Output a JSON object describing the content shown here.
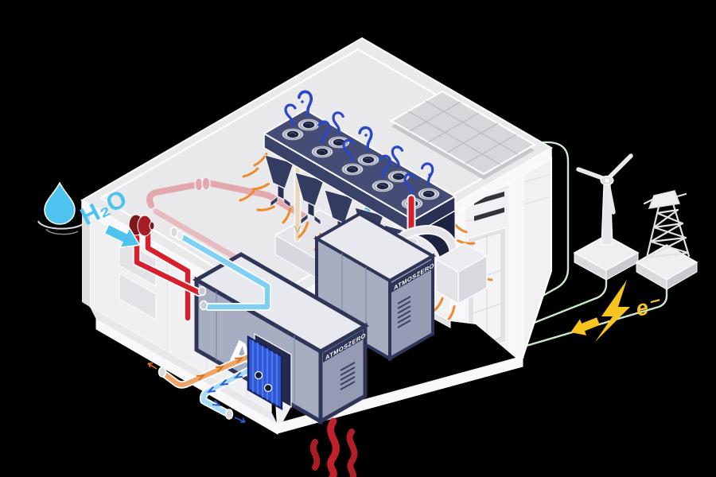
{
  "scene": {
    "type": "isometric-cutaway-factory-illustration",
    "background": "#000000"
  },
  "labels": {
    "water_input": "H₂O",
    "electricity": "e⁻"
  },
  "branding": {
    "unit1_logo": "A°",
    "unit1_nameplate": "ATMOSZERO",
    "unit2_nameplate": "ATMOSZERO"
  },
  "counts": {
    "rooftop_fans": 10,
    "heat_wave_strokes": 3,
    "grid_wires": 3,
    "solar_grid": "3x5"
  },
  "icons": {
    "droplet-icon": "water drop with ripple",
    "water-flow-arrow": "block arrow pointing down-right",
    "lightning-icon": "electricity bolt",
    "electricity-flow-arrow": "block arrow pointing down-left",
    "heat-waves-icon": "three red wavy flames",
    "wind-turbine": "three-blade turbine on plinth",
    "transmission-tower": "lattice pylon on plinth",
    "solar-panel": "photovoltaic 3x5 array",
    "fan-icon": "axial fan",
    "heat-exchanger": "blue plate stack"
  },
  "colors": {
    "background": "#000000",
    "building": "#EFEFF2",
    "navy_frame": "#2E3557",
    "panel_gray": "#A7AEC2",
    "water_blue": "#4FC3F0",
    "hot_pipe_red": "#D7202E",
    "copper_pipe": "#EFA468",
    "exchanger_blue": "#2E59D8",
    "grid_wire_green": "#CBE9C9",
    "electricity_yellow": "#F7C51E",
    "heat_output_red": "#C2202A",
    "cold_air_blue": "#2A47C6",
    "warm_air_orange": "#EE8A2A"
  }
}
